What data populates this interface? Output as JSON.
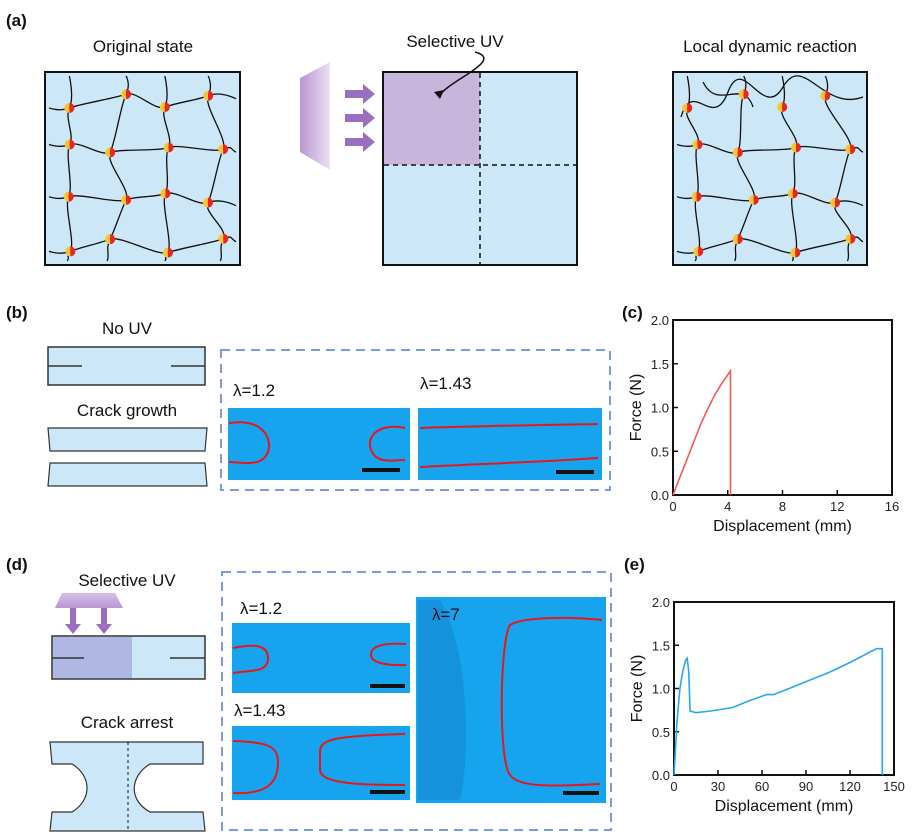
{
  "panels": {
    "a": {
      "label": "(a)",
      "titles": [
        "Original state",
        "Selective UV",
        "Local dynamic reaction"
      ]
    },
    "b": {
      "label": "(b)",
      "no_uv": "No UV",
      "crack_growth": "Crack growth",
      "photos": [
        "λ=1.2",
        "λ=1.43"
      ]
    },
    "c": {
      "label": "(c)"
    },
    "d": {
      "label": "(d)",
      "selective_uv": "Selective UV",
      "crack_arrest": "Crack arrest",
      "photos": [
        "λ=1.2",
        "λ=1.43",
        "λ=7"
      ]
    },
    "e": {
      "label": "(e)"
    }
  },
  "colors": {
    "gel": "#cce7f7",
    "uv": "#c9b3dc",
    "arrow": "#9b6fc0",
    "photo": "#17a4ef",
    "crack": "#e8161b",
    "curve_c": "#f25a5a",
    "curve_e": "#2aa7f2",
    "node_a": "#f7c530",
    "node_b": "#e8261b"
  },
  "chart_data": [
    {
      "id": "c",
      "type": "line",
      "title": "",
      "xlabel": "Displacement (mm)",
      "ylabel": "Force (N)",
      "xlim": [
        0,
        16
      ],
      "ylim": [
        0,
        2.0
      ],
      "xticks": [
        "0",
        "4",
        "8",
        "12",
        "16"
      ],
      "yticks": [
        "0.0",
        "0.5",
        "1.0",
        "1.5",
        "2.0"
      ],
      "xtick_values": [
        0,
        4,
        8,
        12,
        16
      ],
      "ytick_values": [
        0,
        0.5,
        1.0,
        1.5,
        2.0
      ],
      "series": [
        {
          "name": "No UV",
          "x": [
            0,
            0.5,
            1,
            1.5,
            2,
            2.5,
            3,
            3.5,
            4.2,
            4.2
          ],
          "y": [
            0,
            0.2,
            0.4,
            0.6,
            0.8,
            0.97,
            1.13,
            1.26,
            1.42,
            0
          ]
        }
      ]
    },
    {
      "id": "e",
      "type": "line",
      "title": "",
      "xlabel": "Displacement (mm)",
      "ylabel": "Force (N)",
      "xlim": [
        0,
        150
      ],
      "ylim": [
        0,
        2.0
      ],
      "xticks": [
        "0",
        "30",
        "60",
        "90",
        "120",
        "150"
      ],
      "yticks": [
        "0.0",
        "0.5",
        "1.0",
        "1.5",
        "2.0"
      ],
      "xtick_values": [
        0,
        30,
        60,
        90,
        120,
        150
      ],
      "ytick_values": [
        0,
        0.5,
        1.0,
        1.5,
        2.0
      ],
      "series": [
        {
          "name": "Selective UV",
          "x": [
            0,
            1,
            2,
            4,
            6,
            8,
            9,
            10,
            11,
            15,
            25,
            40,
            50,
            63,
            68,
            80,
            90,
            105,
            120,
            138,
            142,
            142
          ],
          "y": [
            0,
            0.3,
            0.6,
            1.0,
            1.2,
            1.33,
            1.35,
            1.2,
            0.74,
            0.72,
            0.74,
            0.78,
            0.85,
            0.93,
            0.93,
            1.01,
            1.08,
            1.18,
            1.3,
            1.46,
            1.46,
            0
          ]
        }
      ]
    }
  ]
}
